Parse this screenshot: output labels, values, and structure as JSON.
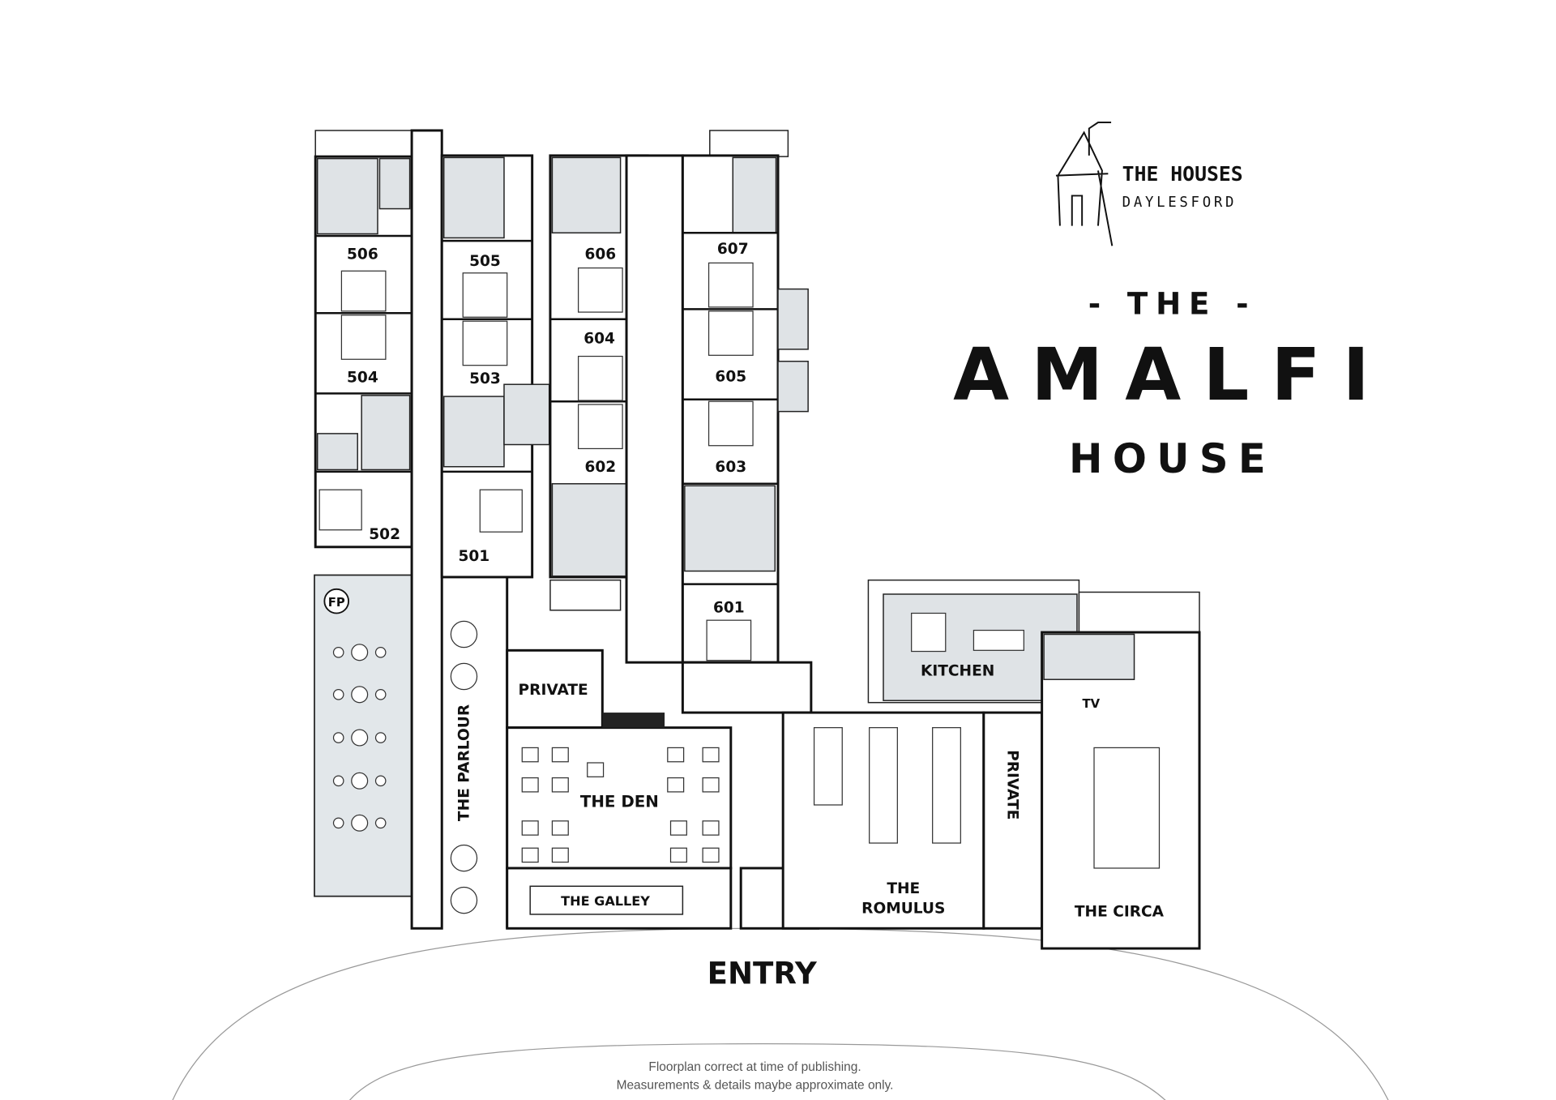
{
  "logo": {
    "line1": "THE HOUSES",
    "line2": "DAYLESFORD"
  },
  "title": {
    "the": "- THE -",
    "name": "AMALFI",
    "house": "HOUSE"
  },
  "rooms": {
    "r506": "506",
    "r505": "505",
    "r606": "606",
    "r607": "607",
    "r604": "604",
    "r504": "504",
    "r503": "503",
    "r605": "605",
    "r602": "602",
    "r603": "603",
    "r502": "502",
    "r501": "501",
    "r601": "601"
  },
  "spaces": {
    "fp": "FP",
    "private_1": "PRIVATE",
    "kitchen": "KITCHEN",
    "tv": "TV",
    "parlour": "THE PARLOUR",
    "den": "THE DEN",
    "private_2": "PRIVATE",
    "galley": "THE GALLEY",
    "romulus_1": "THE",
    "romulus_2": "ROMULUS",
    "circa": "THE CIRCA",
    "entry": "ENTRY"
  },
  "footer": {
    "line1": "Floorplan correct at time of publishing.",
    "line2": "Measurements & details maybe approximate only."
  }
}
